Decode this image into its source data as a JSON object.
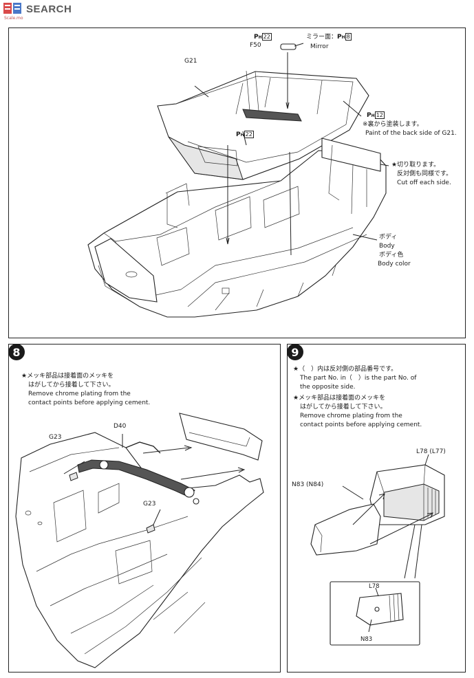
{
  "watermark": {
    "brand": "SEARCH",
    "sub": "Scale.mo"
  },
  "top_step": {
    "callouts": {
      "ph22_a": "22",
      "ph_prefix": "P",
      "ph_sub": "H",
      "f50": "F50",
      "mirror_jp": "ミラー面：",
      "ph8": "8",
      "mirror_en": "Mirror",
      "g21": "G21",
      "ph12": "12",
      "paint_back_jp": "※裏から塗装します。",
      "paint_back_en": "Paint of the back side of G21.",
      "ph22_b": "22",
      "cut_jp_1": "★切り取ります。",
      "cut_jp_2": "反対側も同様です。",
      "cut_en": "Cut off each side.",
      "body_jp": "ボディ",
      "body_en": "Body",
      "body_color_jp": "ボディ色",
      "body_color_en": "Body color"
    }
  },
  "step8": {
    "number": "8",
    "note_jp_1": "★メッキ部品は接着面のメッキを",
    "note_jp_2": "はがしてから接着して下さい。",
    "note_en_1": "Remove chrome plating from the",
    "note_en_2": "contact points before applying cement.",
    "part_d40": "D40",
    "part_g23_a": "G23",
    "part_g23_b": "G23"
  },
  "step9": {
    "number": "9",
    "note1_jp": "★（　）内は反対側の部品番号です。",
    "note1_en_1": "The part No. in（　）is the part No. of",
    "note1_en_2": "the opposite side.",
    "note2_jp_1": "★メッキ部品は接着面のメッキを",
    "note2_jp_2": "はがしてから接着して下さい。",
    "note2_en_1": "Remove chrome plating from the",
    "note2_en_2": "contact points before applying cement.",
    "part_l78": "L78 (L77)",
    "part_n83": "N83 (N84)",
    "detail_l78": "L78",
    "detail_n83": "N83"
  }
}
